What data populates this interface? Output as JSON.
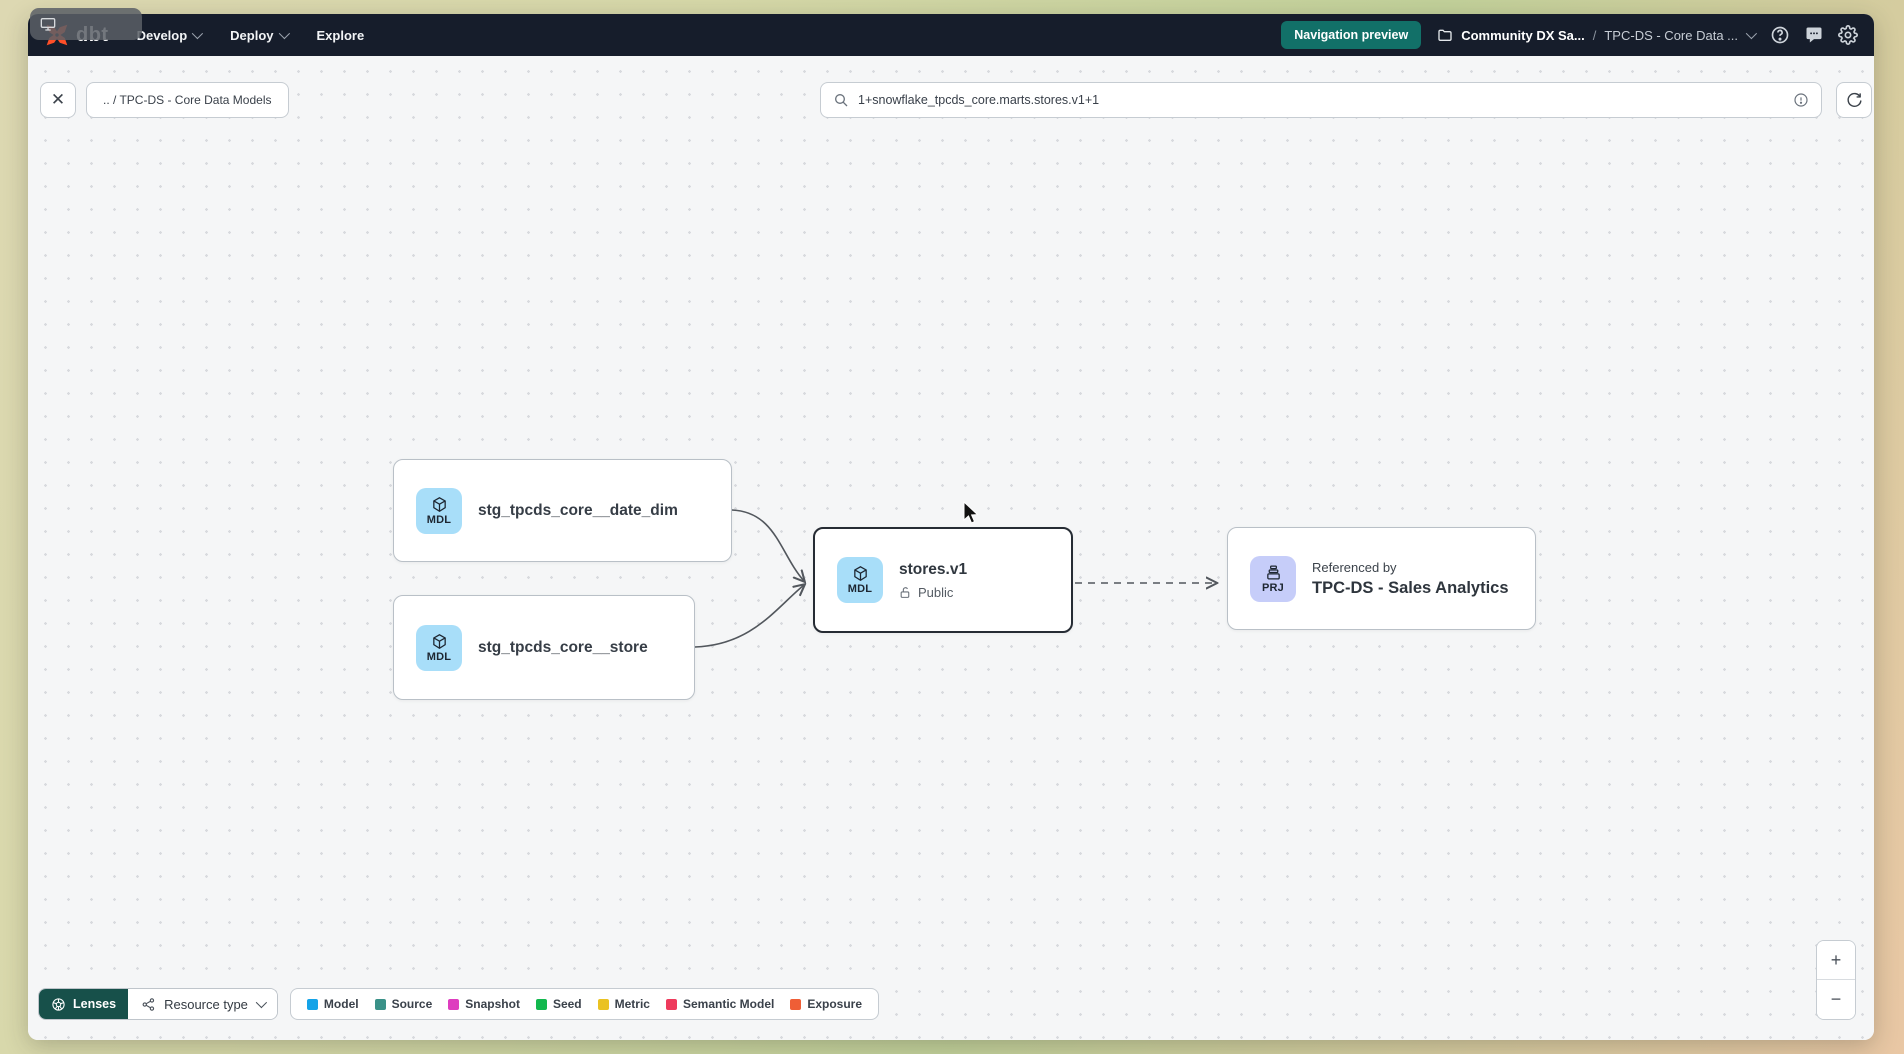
{
  "navbar": {
    "logo_text": "dbt",
    "menu": [
      {
        "label": "Develop"
      },
      {
        "label": "Deploy"
      },
      {
        "label": "Explore"
      }
    ],
    "preview_badge": "Navigation preview",
    "account_name": "Community DX Sa...",
    "crumb_separator": "/",
    "project_name": "TPC-DS - Core Data ..."
  },
  "toolbar": {
    "close_label": "✕",
    "breadcrumb": ".. / TPC-DS - Core Data Models",
    "search_value": "1+snowflake_tpcds_core.marts.stores.v1+1"
  },
  "graph": {
    "nodes": [
      {
        "badge": "MDL",
        "label": "stg_tpcds_core__date_dim"
      },
      {
        "badge": "MDL",
        "label": "stg_tpcds_core__store"
      },
      {
        "badge": "MDL",
        "label": "stores.v1",
        "access": "Public"
      },
      {
        "badge": "PRJ",
        "overline": "Referenced by",
        "label": "TPC-DS - Sales Analytics"
      }
    ]
  },
  "controls": {
    "lenses_label": "Lenses",
    "resource_type_label": "Resource type",
    "zoom_in": "+",
    "zoom_out": "−"
  },
  "legend": {
    "items": [
      {
        "label": "Model",
        "color": "#14a3e8"
      },
      {
        "label": "Source",
        "color": "#3a9188"
      },
      {
        "label": "Snapshot",
        "color": "#de3dbf"
      },
      {
        "label": "Seed",
        "color": "#12b84e"
      },
      {
        "label": "Metric",
        "color": "#eac222"
      },
      {
        "label": "Semantic Model",
        "color": "#ee3a5c"
      },
      {
        "label": "Exposure",
        "color": "#ef5e36"
      }
    ]
  },
  "colors": {
    "navbar_bg": "#161d2b",
    "badge_teal": "#127068",
    "model_badge_bg": "#a8def9",
    "project_badge_bg": "#c6cdf9",
    "selected_border": "#262c34",
    "brand_orange": "#ff4f28"
  }
}
